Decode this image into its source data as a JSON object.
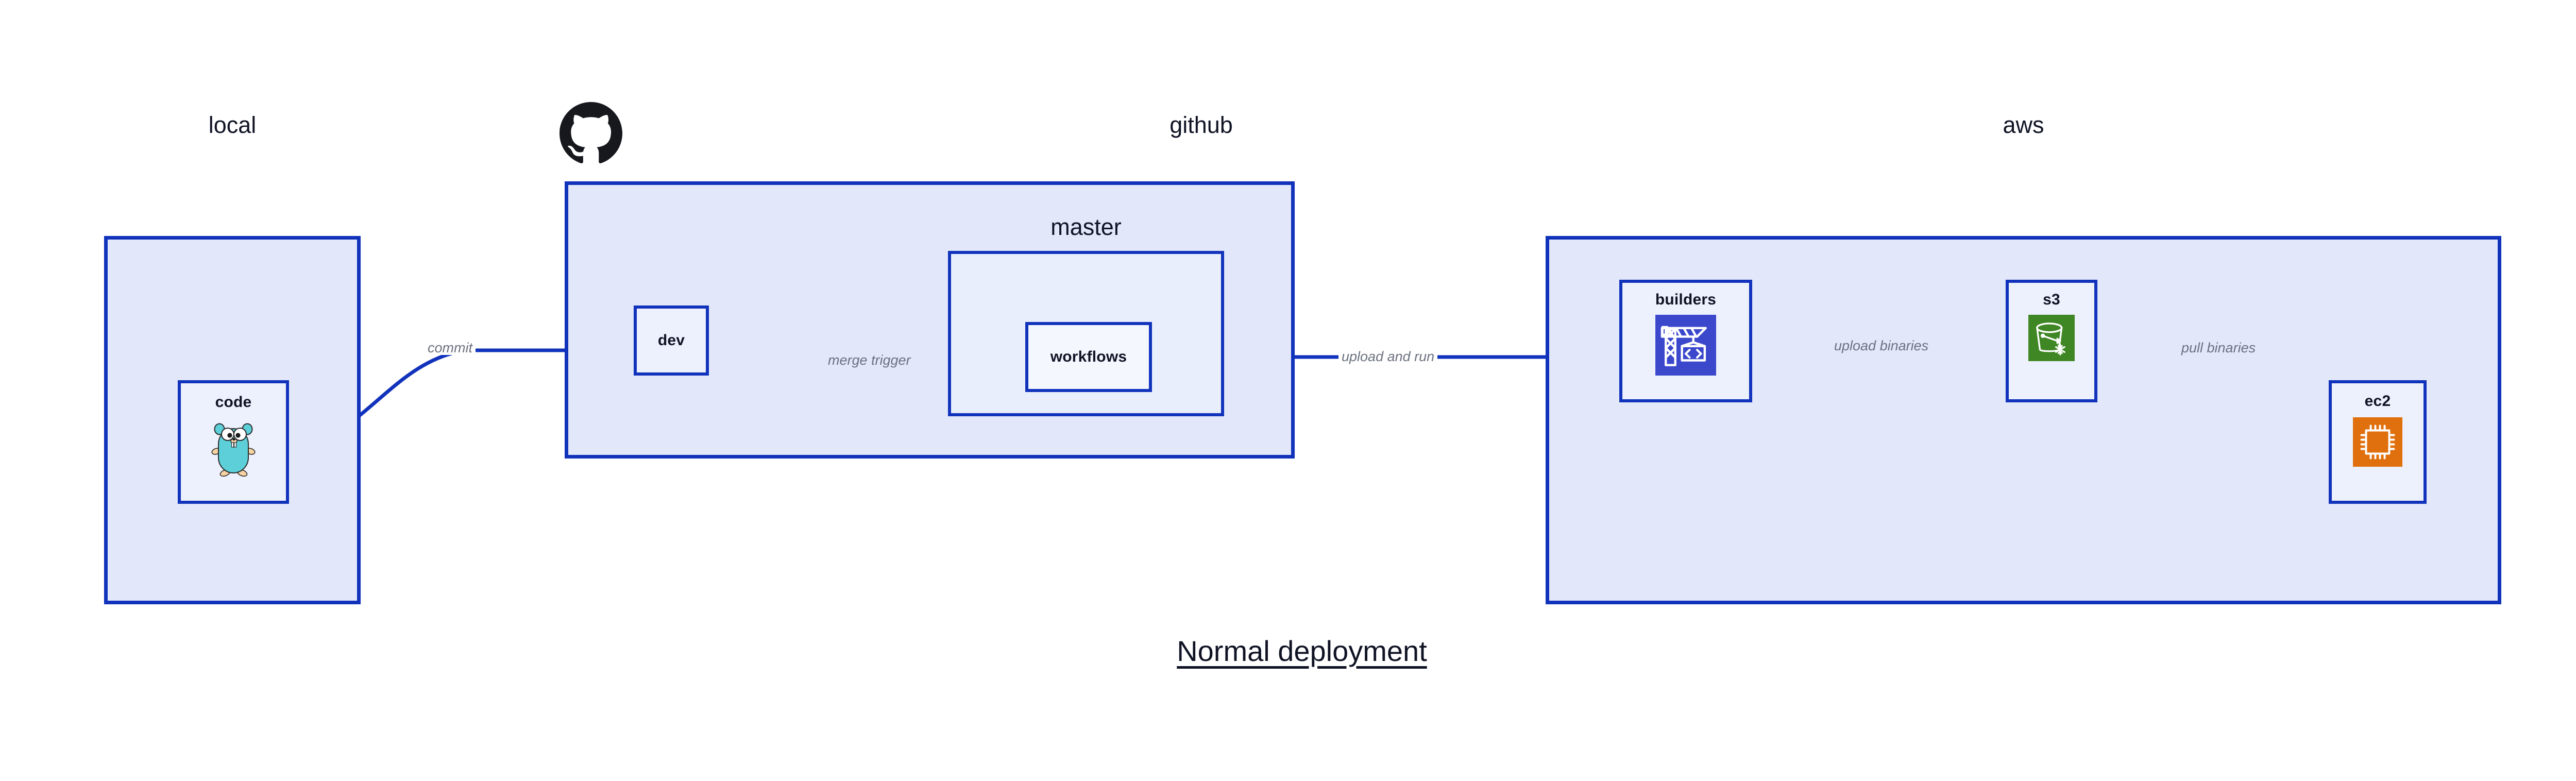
{
  "caption": "Normal deployment",
  "colors": {
    "zone_fill": "#e2e7fa",
    "zone_stroke": "#1133bb",
    "node_fill": "#edf1fd",
    "edge_label": "#6b7280",
    "text": "#0f1324",
    "builders_icon": "#3c48cc",
    "s3_icon": "#3f8624",
    "ec2_icon": "#e0700e",
    "gopher_body": "#5ccfd8",
    "github_logo": "#17181d"
  },
  "zones": [
    {
      "id": "local",
      "title": "local"
    },
    {
      "id": "github",
      "title": "github"
    },
    {
      "id": "aws",
      "title": "aws"
    }
  ],
  "nested_zones": [
    {
      "id": "master",
      "title": "master"
    }
  ],
  "nodes": [
    {
      "id": "code",
      "label": "code",
      "icon": "go-gopher-icon",
      "zone": "local"
    },
    {
      "id": "dev",
      "label": "dev",
      "icon": null,
      "zone": "github"
    },
    {
      "id": "workflows",
      "label": "workflows",
      "icon": null,
      "zone": "master"
    },
    {
      "id": "builders",
      "label": "builders",
      "icon": "crane-code-icon",
      "zone": "aws"
    },
    {
      "id": "s3",
      "label": "s3",
      "icon": "s3-bucket-icon",
      "zone": "aws"
    },
    {
      "id": "ec2",
      "label": "ec2",
      "icon": "cpu-chip-icon",
      "zone": "aws"
    }
  ],
  "edges": [
    {
      "id": "commit",
      "label": "commit",
      "from": "code",
      "to": "dev"
    },
    {
      "id": "merge-trigger",
      "label": "merge trigger",
      "from": "dev",
      "to": "workflows"
    },
    {
      "id": "upload-and-run",
      "label": "upload and run",
      "from": "workflows",
      "to": "builders"
    },
    {
      "id": "upload-binaries",
      "label": "upload binaries",
      "from": "builders",
      "to": "s3"
    },
    {
      "id": "pull-binaries",
      "label": "pull binaries",
      "from": "s3",
      "to": "ec2"
    }
  ],
  "logos": [
    {
      "id": "github-logo",
      "name": "github-octocat-icon"
    }
  ]
}
